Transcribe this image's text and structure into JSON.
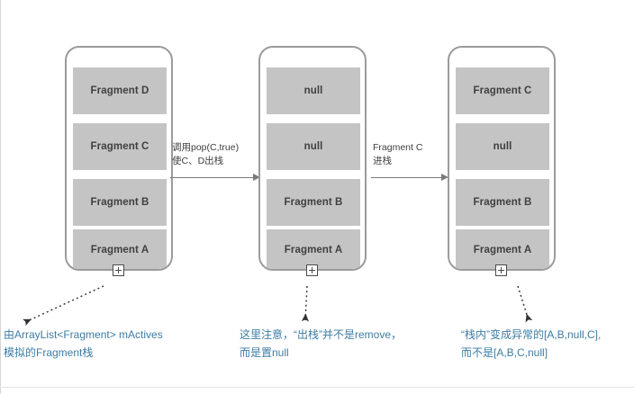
{
  "diagram": {
    "title": "Fragment stack pop/push illustration",
    "colors": {
      "block_fill": "#c4c4c4",
      "block_text": "#3f3f3f",
      "frame_border": "#9b9b9b",
      "arrow": "#7b7b7b",
      "note_text": "#3d7ca4",
      "background": "#ffffff"
    },
    "stacks": [
      {
        "name": "stack-initial",
        "blocks": [
          "Fragment D",
          "Fragment C",
          "Fragment B",
          "Fragment A"
        ],
        "expander_icon": "plus-box-icon"
      },
      {
        "name": "stack-after-pop",
        "blocks": [
          "null",
          "null",
          "Fragment B",
          "Fragment A"
        ],
        "expander_icon": "plus-box-icon"
      },
      {
        "name": "stack-after-push",
        "blocks": [
          "Fragment C",
          "null",
          "Fragment B",
          "Fragment A"
        ],
        "expander_icon": "plus-box-icon"
      }
    ],
    "transitions": [
      {
        "name": "transition-pop",
        "line1": "调用pop(C,true)",
        "line2": "使C、D出栈"
      },
      {
        "name": "transition-push",
        "line1": "Fragment C",
        "line2": "进栈"
      }
    ],
    "notes": [
      {
        "name": "note-arraylist",
        "line1": "由ArrayList<Fragment> mActives",
        "line2": "模拟的Fragment栈"
      },
      {
        "name": "note-pop-is-null",
        "line1": "这里注意，“出栈”并不是remove，",
        "line2": "而是置null"
      },
      {
        "name": "note-abnormal-order",
        "line1": "“栈内”变成异常的[A,B,null,C],",
        "line2": "而不是[A,B,C,null]"
      }
    ]
  }
}
